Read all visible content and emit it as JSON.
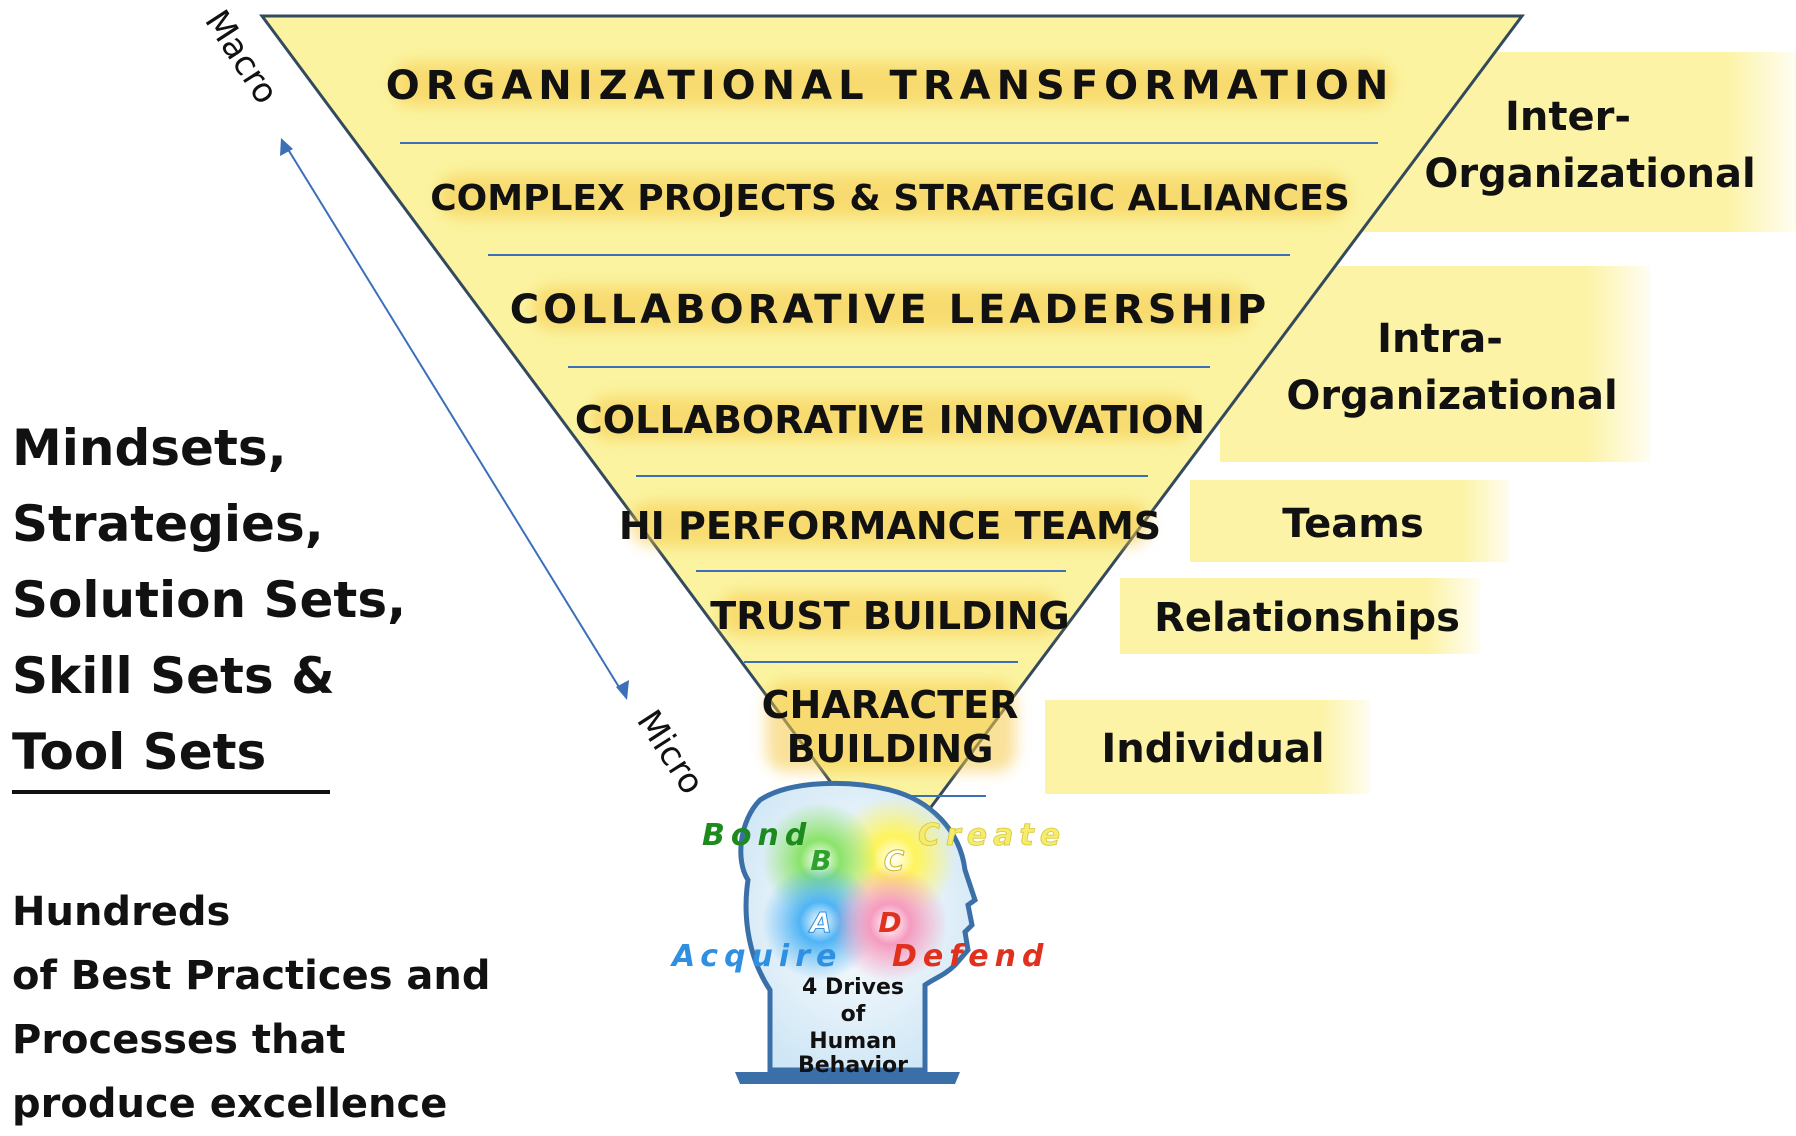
{
  "axis": {
    "top": "Macro",
    "bottom": "Micro"
  },
  "levels": [
    "ORGANIZATIONAL TRANSFORMATION",
    "COMPLEX PROJECTS & STRATEGIC ALLIANCES",
    "COLLABORATIVE LEADERSHIP",
    "COLLABORATIVE INNOVATION",
    "HI PERFORMANCE TEAMS",
    "TRUST BUILDING",
    "CHARACTER",
    "BUILDING"
  ],
  "scopes": {
    "inter": [
      "Inter-",
      "Organizational"
    ],
    "intra": [
      "Intra-",
      "Organizational"
    ],
    "teams": "Teams",
    "relationships": "Relationships",
    "individual": "Individual"
  },
  "left": {
    "main": [
      "Mindsets,",
      "Strategies,",
      "Solution Sets,",
      "Skill Sets  &",
      "Tool Sets"
    ],
    "sub": [
      "Hundreds",
      "of Best Practices and",
      "Processes that",
      "produce excellence"
    ]
  },
  "head": {
    "drives": {
      "bond": "Bond",
      "create": "Create",
      "acquire": "Acquire",
      "defend": "Defend"
    },
    "letters": {
      "b": "B",
      "c": "C",
      "a": "A",
      "d": "D"
    },
    "caption": [
      "4 Drives",
      "of",
      "Human",
      "Behavior"
    ]
  },
  "colors": {
    "triangle_fill": "#fbf3a0",
    "scope_fill": "#fcf3a6",
    "separator": "#3b6fb8",
    "arrow": "#3b6fb8",
    "bond": "#1d8a1d",
    "create": "#f2e85a",
    "acquire": "#2f8fe0",
    "defend": "#e0301e"
  }
}
